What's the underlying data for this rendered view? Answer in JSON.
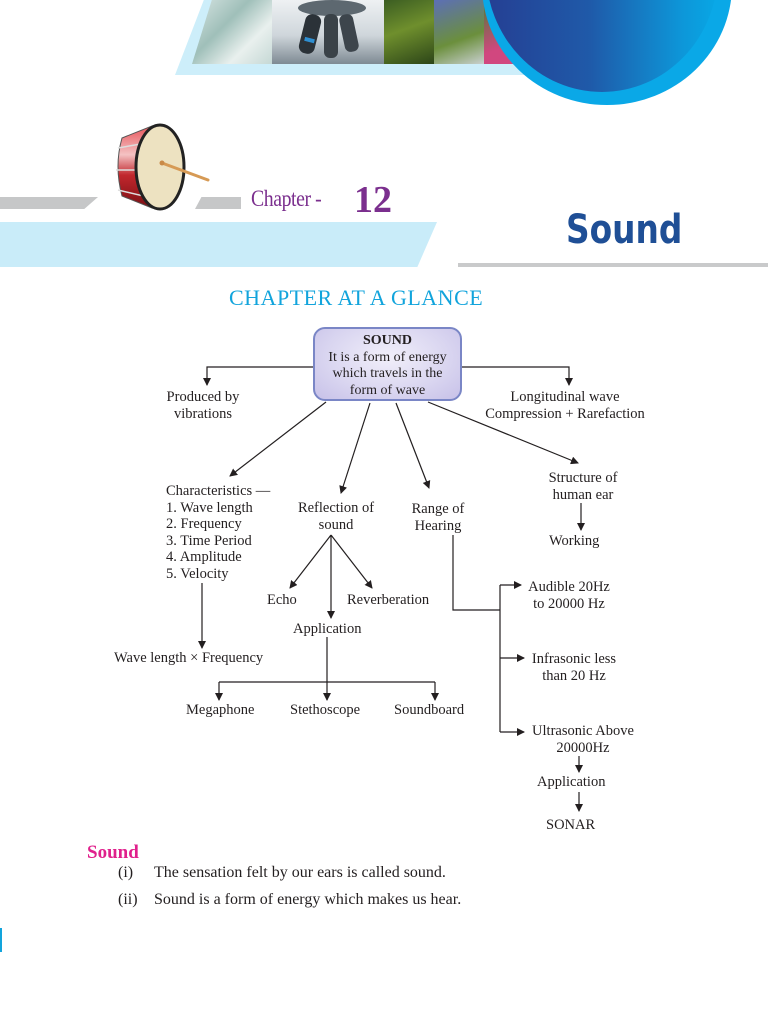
{
  "header": {
    "banner_images": [
      "dna-helix-photo",
      "microscope-photo",
      "plants-collage-photo"
    ],
    "chapter_label": "Chapter -",
    "chapter_number": "12",
    "title": "Sound",
    "colors": {
      "chapter": "#7b2f8e",
      "title": "#1f4f96",
      "accent_cyan": "#12a4dc",
      "band": "#c9ecf9"
    }
  },
  "glance_heading": "CHAPTER AT A GLANCE",
  "mind_map": {
    "root": {
      "title": "SOUND",
      "lines": [
        "It is a form of energy",
        "which travels in the",
        "form of wave"
      ]
    },
    "produced": [
      "Produced by",
      "vibrations"
    ],
    "longitudinal": [
      "Longitudinal wave",
      "Compression + Rarefaction"
    ],
    "characteristics": {
      "heading": "Characteristics —",
      "items": [
        "1. Wave length",
        "2. Frequency",
        "3. Time Period",
        "4. Amplitude",
        "5. Velocity"
      ],
      "formula": "Wave length × Frequency"
    },
    "reflection": {
      "label": [
        "Reflection of",
        "sound"
      ],
      "echo": "Echo",
      "reverberation": "Reverberation",
      "application": "Application",
      "applications": [
        "Megaphone",
        "Stethoscope",
        "Soundboard"
      ]
    },
    "range": {
      "label": [
        "Range of",
        "Hearing"
      ],
      "audible": [
        "Audible 20Hz",
        "to 20000 Hz"
      ],
      "infrasonic": [
        "Infrasonic less",
        "than 20 Hz"
      ],
      "ultrasonic": [
        "Ultrasonic Above",
        "20000Hz"
      ],
      "application": "Application",
      "sonar": "SONAR"
    },
    "ear": {
      "label": [
        "Structure of",
        "human ear"
      ],
      "working": "Working"
    }
  },
  "section": {
    "heading": "Sound",
    "heading_color": "#e0208c",
    "items": [
      {
        "num": "(i)",
        "text": "The sensation felt by our ears is called sound."
      },
      {
        "num": "(ii)",
        "text": "Sound is a form of energy which makes us hear."
      }
    ]
  }
}
